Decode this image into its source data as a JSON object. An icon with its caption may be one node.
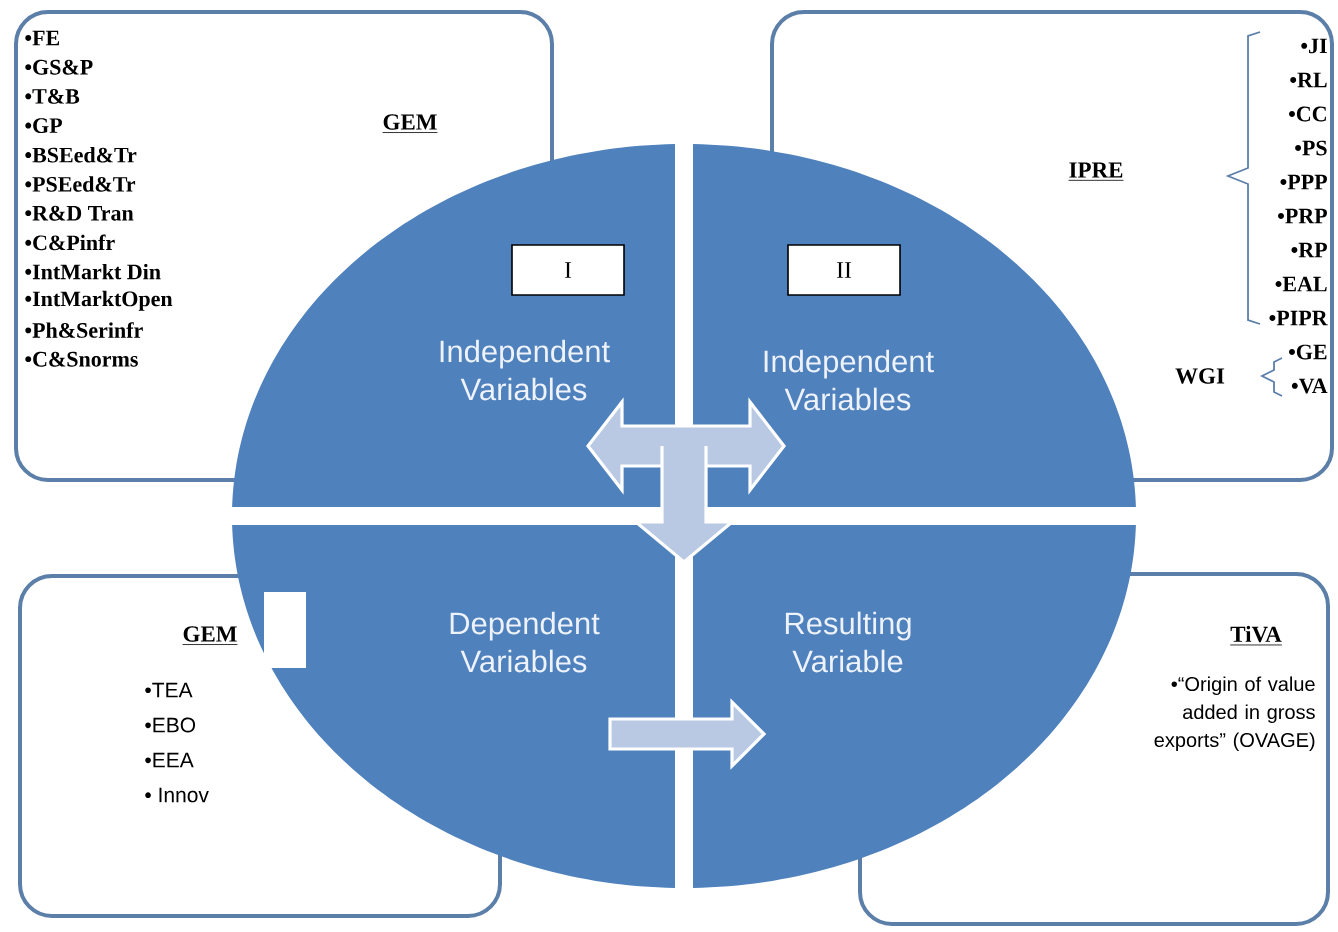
{
  "diagram": {
    "nodes": [
      {
        "text": [
          "GEM",
          "•FE",
          "•GS&P",
          "•T&B",
          "•GP",
          "•BSEed&Tr",
          "•PSEed&Tr",
          "•R&D Tran",
          "•C&Pinfr",
          "•IntMarkt Din",
          "•IntMarktOpen",
          "•Ph&Serinfr",
          "•C&Snorms"
        ]
      },
      {
        "text": [
          "Independent Variables"
        ]
      },
      {
        "text": [
          "I"
        ],
        "in": 1
      },
      {
        "text": [
          "Independent Variables"
        ]
      },
      {
        "text": [
          "II"
        ]
      },
      {
        "text": [
          "IPRE",
          "•JI",
          "•RL",
          "•CC",
          "•PS",
          "•PPP",
          "•PRP",
          "•RP",
          "•EAL",
          "•PIPR",
          "WGI",
          "•GE",
          "•VA"
        ]
      },
      {
        "text": [
          "GEM",
          "•TEA",
          "•EBO",
          "•EEA",
          "• Innov"
        ]
      },
      {
        "text": [
          "Dependent Variables"
        ]
      },
      {
        "text": [
          "Resulting Variable"
        ]
      },
      {
        "text": [
          "TiVA",
          "•“Origin of value added in gross exports” (OVAGE)"
        ]
      }
    ],
    "edges": [
      {
        "from": 1,
        "to": 3,
        "arrow": "both"
      },
      {
        "from": null,
        "to": 7,
        "arrow": "to"
      },
      {
        "from": 7,
        "to": 8,
        "arrow": "to"
      }
    ]
  }
}
